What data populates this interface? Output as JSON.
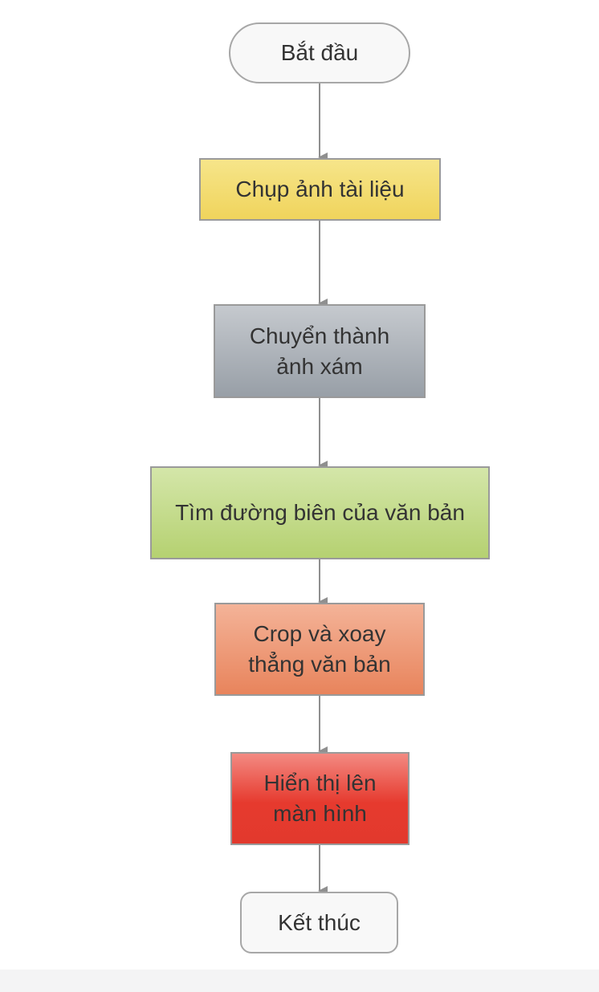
{
  "flowchart": {
    "colors": {
      "connector": "#8f8f8f",
      "capture": "#f0d45c",
      "grayscale": "#989fa7",
      "edges": "#b5d171",
      "crop": "#e8845c",
      "display": "#e2392d",
      "terminal": "#f8f8f8"
    },
    "nodes": {
      "start": "Bắt đầu",
      "capture": "Chụp ảnh tài liệu",
      "grayscale": "Chuyển thành ảnh xám",
      "edges": "Tìm đường biên của văn bản",
      "crop": "Crop và xoay thẳng văn bản",
      "display": "Hiển thị lên màn hình",
      "end": "Kết thúc"
    }
  }
}
